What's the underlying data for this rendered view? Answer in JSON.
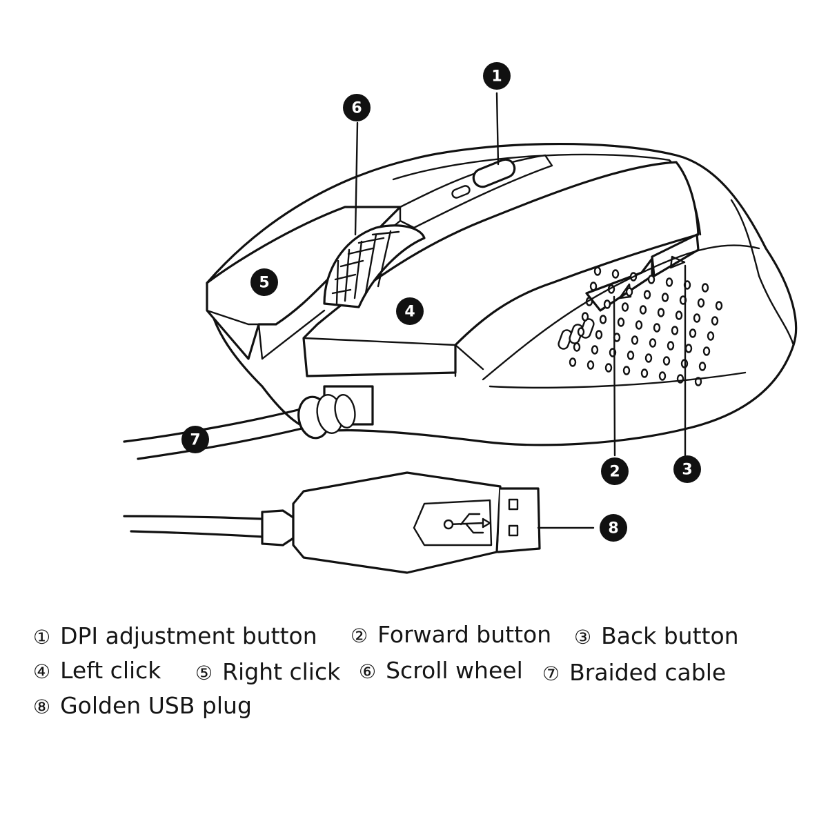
{
  "callouts": [
    {
      "number": "1"
    },
    {
      "number": "2"
    },
    {
      "number": "3"
    },
    {
      "number": "4"
    },
    {
      "number": "5"
    },
    {
      "number": "6"
    },
    {
      "number": "7"
    },
    {
      "number": "8"
    }
  ],
  "legend": [
    {
      "marker": "①",
      "label": "DPI adjustment button"
    },
    {
      "marker": "②",
      "label": "Forward button"
    },
    {
      "marker": "③",
      "label": "Back button"
    },
    {
      "marker": "④",
      "label": "Left click"
    },
    {
      "marker": "⑤",
      "label": "Right click"
    },
    {
      "marker": "⑥",
      "label": "Scroll wheel"
    },
    {
      "marker": "⑦",
      "label": "Braided cable"
    },
    {
      "marker": "⑧",
      "label": "Golden USB plug"
    }
  ]
}
